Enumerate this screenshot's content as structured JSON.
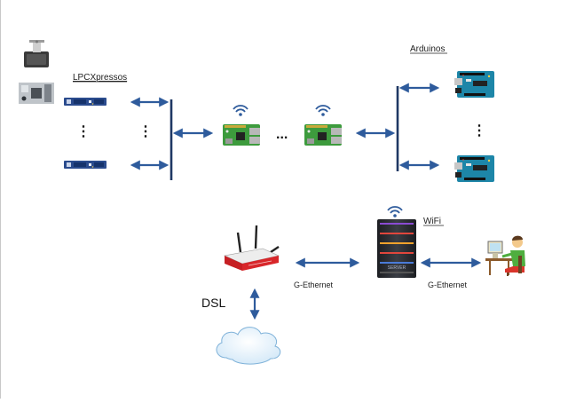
{
  "labels": {
    "lpc_group": "LPCXpressos",
    "arduino_group": "Arduinos",
    "wifi": "WiFi",
    "dsl": "DSL",
    "link_router_server": "G-Ethernet",
    "link_server_user": "G-Ethernet",
    "server_brand": "SERVER",
    "dots_horizontal": "...",
    "dots_vertical": "⋮"
  },
  "icons": {
    "stepper_motor": "stepper-motor-icon",
    "driver_board": "motor-driver-board-icon",
    "lpcxpresso_board": "lpcxpresso-board-icon",
    "raspberry_pi": "raspberry-pi-icon",
    "arduino_board": "arduino-board-icon",
    "router": "router-icon",
    "server": "server-icon",
    "cloud": "cloud-icon",
    "user": "user-at-computer-icon",
    "wifi_signal": "wifi-signal-icon"
  },
  "colors": {
    "arrow": "#2e5b9c",
    "bus_line": "#1f3864",
    "lpc_board": "#2a4b8d",
    "pi_board": "#3d9b3d",
    "arduino_board": "#1d86a8",
    "router_red": "#d8262a",
    "server_body": "#2b2d33",
    "cloud_fill": "#d7ecfa"
  }
}
